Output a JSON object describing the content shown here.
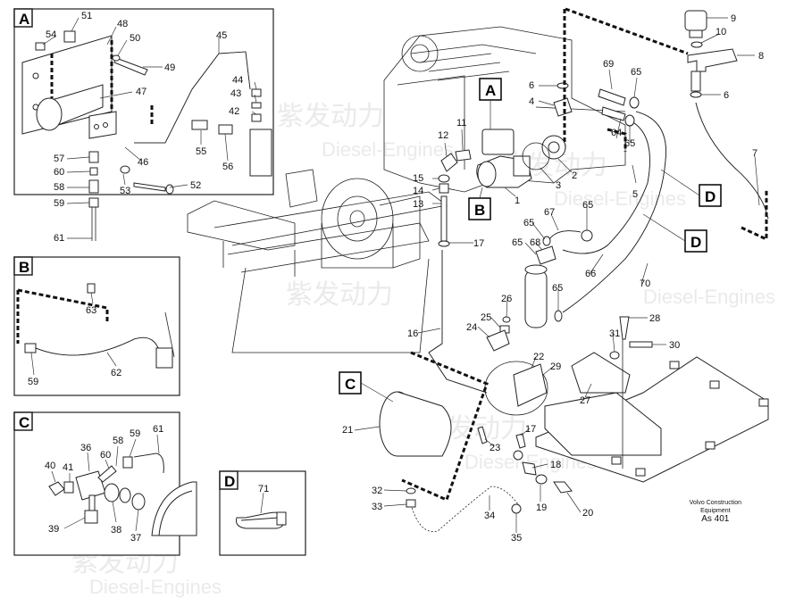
{
  "watermark": {
    "chinese": "紫发动力",
    "english": "Diesel-Engines"
  },
  "inset_labels": {
    "A": "A",
    "B": "B",
    "C": "C",
    "D": "D"
  },
  "view_tags": {
    "A": "A",
    "B": "B",
    "C": "C",
    "D1": "D",
    "D2": "D"
  },
  "callouts": {
    "inset_a": [
      "51",
      "48",
      "54",
      "50",
      "49",
      "47",
      "45",
      "44",
      "43",
      "42",
      "55",
      "56",
      "57",
      "60",
      "58",
      "59",
      "61",
      "46",
      "53",
      "52"
    ],
    "inset_b": [
      "63",
      "59",
      "62"
    ],
    "inset_c": [
      "36",
      "58",
      "59",
      "61",
      "60",
      "40",
      "41",
      "39",
      "38",
      "37"
    ],
    "inset_d": [
      "71"
    ],
    "main": [
      "9",
      "10",
      "8",
      "6",
      "7",
      "69",
      "65",
      "6",
      "4",
      "64",
      "65",
      "5",
      "11",
      "12",
      "15",
      "14",
      "13",
      "1",
      "2",
      "3",
      "17",
      "16",
      "65",
      "67",
      "65",
      "65",
      "68",
      "66",
      "70",
      "65",
      "26",
      "25",
      "24",
      "22",
      "29",
      "31",
      "28",
      "30",
      "27",
      "21",
      "23",
      "17",
      "18",
      "19",
      "20",
      "32",
      "33",
      "34",
      "35"
    ]
  },
  "brand": {
    "line1": "Volvo Construction",
    "line2": "Equipment",
    "code": "As 401"
  }
}
